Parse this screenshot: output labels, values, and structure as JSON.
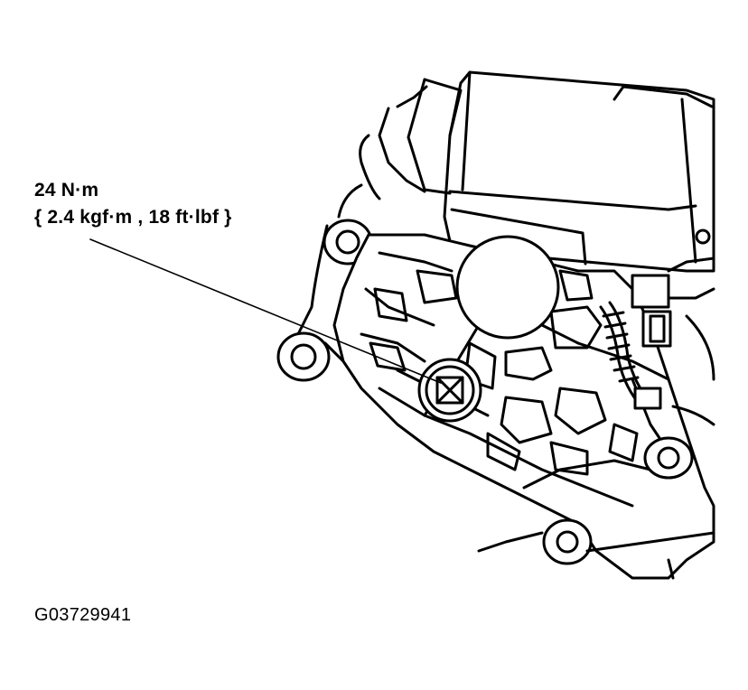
{
  "callout": {
    "torque_nm": "24 N·m",
    "torque_alt": "{ 2.4 kgf·m , 18 ft·lbf }"
  },
  "figure": {
    "id": "G03729941"
  },
  "colors": {
    "ink": "#000000",
    "paper": "#ffffff",
    "shade": "#c8c8c8"
  }
}
